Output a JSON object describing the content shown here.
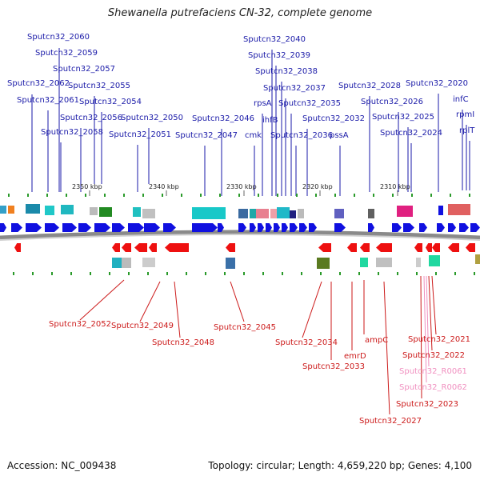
{
  "title": "Shewanella putrefaciens CN-32, complete genome",
  "footer": {
    "accession": "Accession: NC_009438",
    "summary": "Topology: circular; Length: 4,659,220 bp; Genes: 4,100"
  },
  "colors": {
    "top_label": "#1a1aa8",
    "bottom_label": "#cc1a1a",
    "rna_label": "#f090c0",
    "forward_arrow": "#1010e0",
    "reverse_arrow": "#ee1010",
    "backbone": "#888888",
    "tick_mark": "#2a9a2a"
  },
  "scale_ticks": [
    "2350 kbp",
    "2340 kbp",
    "2330 kbp",
    "2320 kbp",
    "2310 kbp"
  ],
  "top_labels": [
    "Sputcn32_2060",
    "Sputcn32_2059",
    "Sputcn32_2057",
    "Sputcn32_2062",
    "Sputcn32_2055",
    "Sputcn32_2061",
    "Sputcn32_2054",
    "Sputcn32_2056",
    "Sputcn32_2050",
    "Sputcn32_2058",
    "Sputcn32_2051",
    "Sputcn32_2046",
    "Sputcn32_2047",
    "Sputcn32_2040",
    "Sputcn32_2039",
    "Sputcn32_2038",
    "Sputcn32_2037",
    "rpsA",
    "Sputcn32_2035",
    "ihfB",
    "Sputcn32_2032",
    "cmk",
    "Sputcn32_2036",
    "pssA",
    "Sputcn32_2028",
    "Sputcn32_2026",
    "Sputcn32_2020",
    "infC",
    "Sputcn32_2025",
    "rpmI",
    "Sputcn32_2024",
    "rplT"
  ],
  "bottom_labels": [
    "Sputcn32_2052",
    "Sputcn32_2049",
    "Sputcn32_2048",
    "Sputcn32_2045",
    "Sputcn32_2034",
    "Sputcn32_2033",
    "emrD",
    "ampC",
    "Sputcn32_2027",
    "Sputcn32_2021",
    "Sputcn32_2022",
    "Sputcn32_R0061",
    "Sputcn32_R0062",
    "Sputcn32_2023"
  ]
}
